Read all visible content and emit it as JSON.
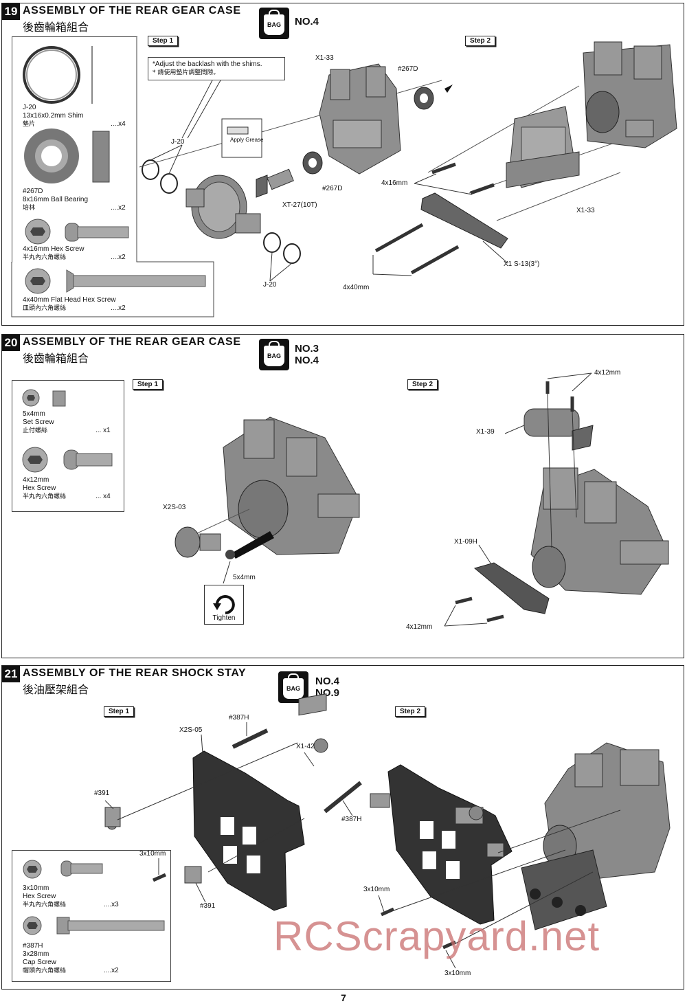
{
  "sections": [
    {
      "number": "19",
      "title": "ASSEMBLY OF THE REAR GEAR CASE",
      "subtitle": "後齒輪箱組合",
      "bag_label": "BAG",
      "bag_numbers": [
        "NO.4"
      ],
      "steps": [
        "Step 1",
        "Step 2"
      ],
      "note_en": "*Adjust the backlash with the shims.",
      "note_cn": "* 請使用墊片調整間隙。",
      "grease": "Apply Grease",
      "labels": {
        "j20_top": "J-20",
        "j20_bottom": "J-20",
        "x133_a": "X1-33",
        "x133_b": "X1-33",
        "b267_a": "#267D",
        "b267_b": "#267D",
        "xt27": "XT-27(10T)",
        "screw_4x16": "4x16mm",
        "screw_4x40": "4x40mm",
        "x1s13": "X1 S-13(3°)"
      },
      "parts": [
        {
          "name": "J-20",
          "desc": "13x16x0.2mm Shim",
          "cn": "墊片",
          "qty": "....x4"
        },
        {
          "name": "#267D",
          "desc": "8x16mm Ball Bearing",
          "cn": "培林",
          "qty": "....x2"
        },
        {
          "name": "",
          "desc": "4x16mm Hex Screw",
          "cn": "半丸內六角螺絲",
          "qty": "....x2"
        },
        {
          "name": "",
          "desc": "4x40mm Flat Head Hex Screw",
          "cn": "皿頭內六角螺絲",
          "qty": "....x2"
        }
      ]
    },
    {
      "number": "20",
      "title": "ASSEMBLY OF THE REAR GEAR CASE",
      "subtitle": "後齒輪箱組合",
      "bag_label": "BAG",
      "bag_numbers": [
        "NO.3",
        "NO.4"
      ],
      "steps": [
        "Step 1",
        "Step 2"
      ],
      "tighten": "Tighten",
      "labels": {
        "x2s03": "X2S-03",
        "set_5x4": "5x4mm",
        "screw_4x12_top": "4x12mm",
        "screw_4x12_bottom": "4x12mm",
        "x139": "X1-39",
        "x109h": "X1-09H"
      },
      "parts": [
        {
          "name": "5x4mm",
          "desc": "Set Screw",
          "cn": "止付螺絲",
          "qty": "... x1"
        },
        {
          "name": "4x12mm",
          "desc": "Hex Screw",
          "cn": "半丸內六角螺絲",
          "qty": "... x4"
        }
      ]
    },
    {
      "number": "21",
      "title": "ASSEMBLY OF THE REAR SHOCK STAY",
      "subtitle": "後油壓架組合",
      "bag_label": "BAG",
      "bag_numbers": [
        "NO.4",
        "NO.9"
      ],
      "steps": [
        "Step 1",
        "Step 2"
      ],
      "labels": {
        "b387h_top": "#387H",
        "b387h_right": "#387H",
        "x2s05": "X2S-05",
        "x142": "X1-42",
        "b391_top": "#391",
        "b391_bottom": "#391",
        "screw_3x10_a": "3x10mm",
        "screw_3x10_b": "3x10mm",
        "screw_3x10_c": "3x10mm"
      },
      "parts": [
        {
          "name": "3x10mm",
          "desc": "Hex Screw",
          "cn": "半丸內六角螺絲",
          "qty": "....x3"
        },
        {
          "name": "#387H",
          "desc": "3x28mm",
          "desc2": "Cap Screw",
          "cn": "帽頭內六角螺絲",
          "qty": "....x2"
        }
      ]
    }
  ],
  "watermark": "RCScrapyard.net",
  "page_number": "7"
}
